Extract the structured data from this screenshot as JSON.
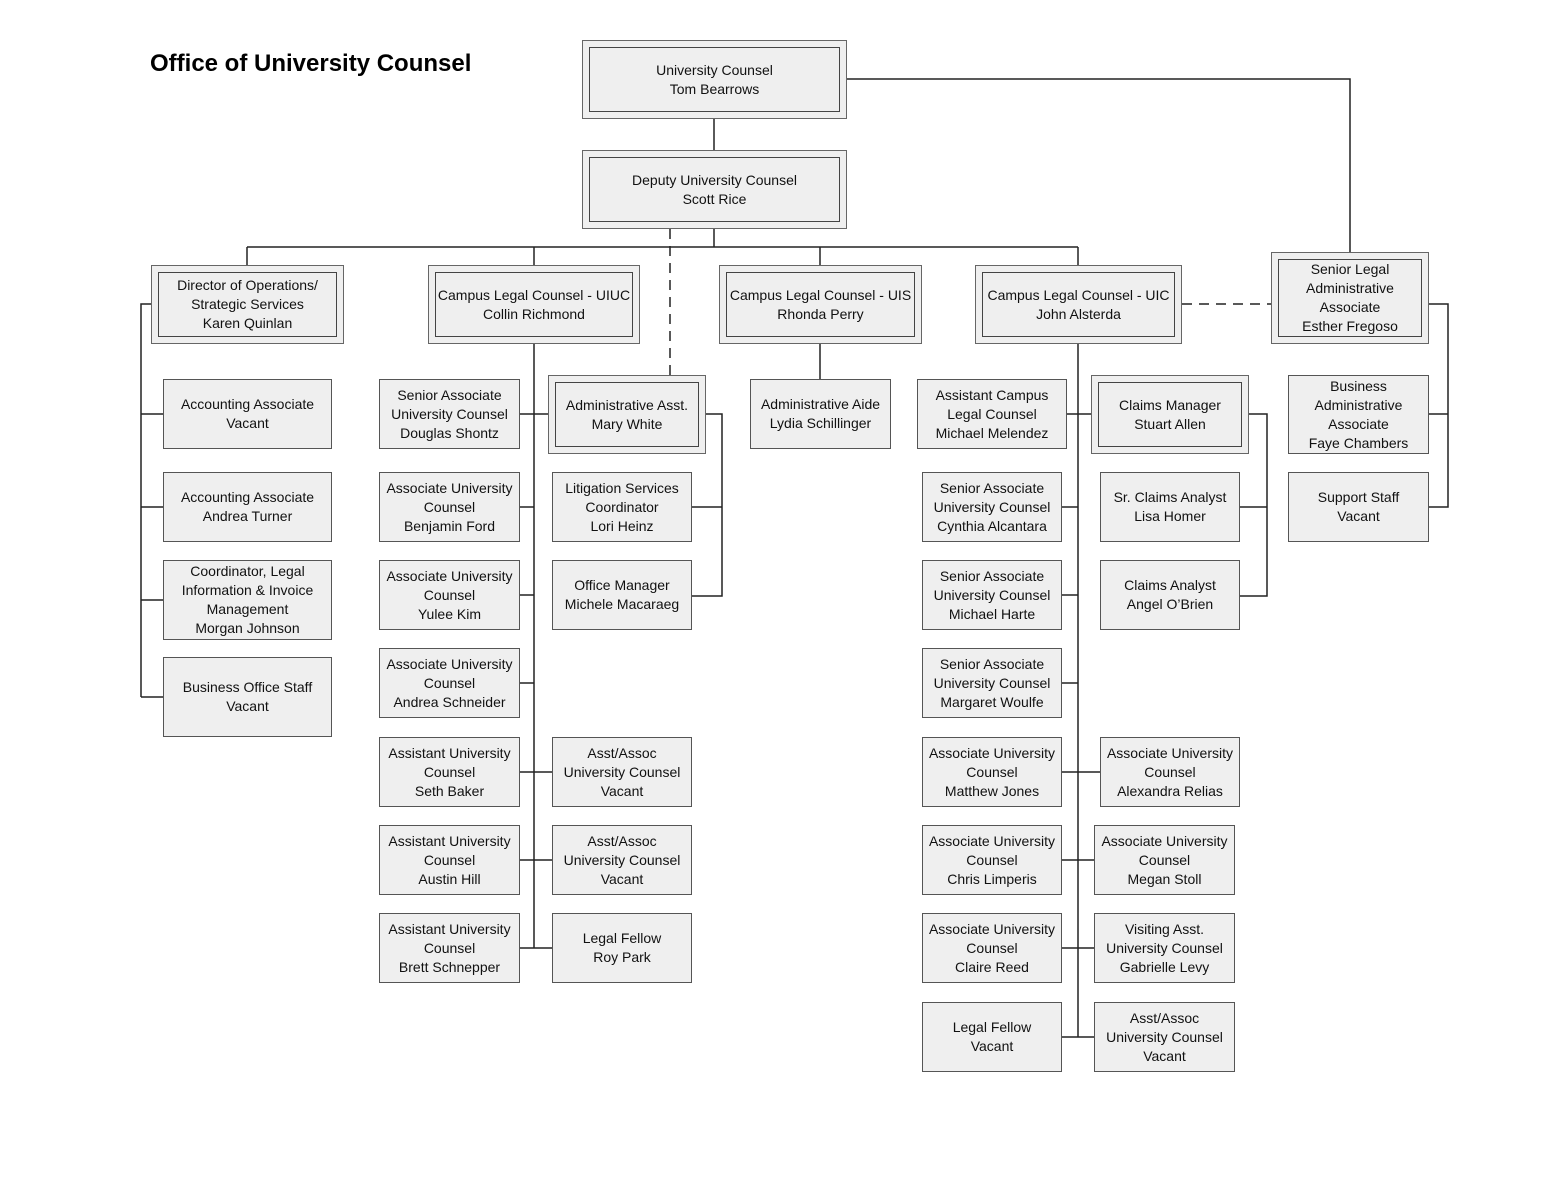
{
  "title": "Office of University Counsel",
  "nodes": {
    "uc": "University Counsel\nTom Bearrows",
    "duc": "Deputy University Counsel\nScott Rice",
    "ops": "Director of Operations/\nStrategic Services\nKaren Quinlan",
    "uiuc": "Campus Legal Counsel - UIUC\nCollin Richmond",
    "uis": "Campus Legal Counsel - UIS\nRhonda Perry",
    "uic": "Campus Legal Counsel - UIC\nJohn Alsterda",
    "srlegal": "Senior Legal\nAdministrative\nAssociate\nEsther Fregoso",
    "acct1": "Accounting Associate\nVacant",
    "acct2": "Accounting Associate\nAndrea Turner",
    "coord": "Coordinator, Legal\nInformation & Invoice\nManagement\nMorgan Johnson",
    "bos": "Business Office Staff\nVacant",
    "shontz": "Senior Associate\nUniversity Counsel\nDouglas Shontz",
    "ford": "Associate University\nCounsel\nBenjamin Ford",
    "kim": "Associate University\nCounsel\nYulee Kim",
    "schneider": "Associate University\nCounsel\nAndrea Schneider",
    "baker": "Assistant University\nCounsel\nSeth Baker",
    "hill": "Assistant University\nCounsel\nAustin Hill",
    "schnepper": "Assistant University\nCounsel\nBrett Schnepper",
    "white": "Administrative Asst.\nMary White",
    "heinz": "Litigation Services\nCoordinator\nLori Heinz",
    "macaraeg": "Office Manager\nMichele Macaraeg",
    "vac1": "Asst/Assoc\nUniversity Counsel\nVacant",
    "vac2": "Asst/Assoc\nUniversity Counsel\nVacant",
    "park": "Legal Fellow\nRoy Park",
    "schillinger": "Administrative Aide\nLydia Schillinger",
    "melendez": "Assistant Campus\nLegal Counsel\nMichael Melendez",
    "alcantara": "Senior Associate\nUniversity Counsel\nCynthia Alcantara",
    "harte": "Senior Associate\nUniversity Counsel\nMichael Harte",
    "woulfe": "Senior Associate\nUniversity Counsel\nMargaret Woulfe",
    "jones": "Associate University\nCounsel\nMatthew Jones",
    "limperis": "Associate University\nCounsel\nChris Limperis",
    "reed": "Associate University\nCounsel\nClaire Reed",
    "lfvac": "Legal Fellow\nVacant",
    "allen": "Claims Manager\nStuart Allen",
    "homer": "Sr. Claims Analyst\nLisa Homer",
    "obrien": "Claims Analyst\nAngel O’Brien",
    "relias": "Associate University\nCounsel\nAlexandra Relias",
    "stoll": "Associate University\nCounsel\nMegan Stoll",
    "levy": "Visiting Asst.\nUniversity Counsel\nGabrielle Levy",
    "vac3": "Asst/Assoc\nUniversity Counsel\nVacant",
    "chambers": "Business\nAdministrative\nAssociate\nFaye Chambers",
    "support": "Support Staff\nVacant"
  }
}
